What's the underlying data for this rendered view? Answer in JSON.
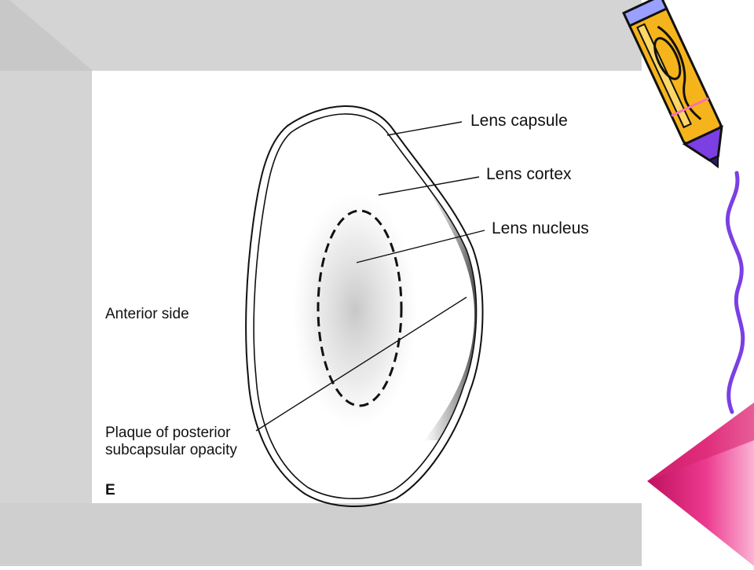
{
  "diagram": {
    "labels": {
      "lens_capsule": "Lens capsule",
      "lens_cortex": "Lens cortex",
      "lens_nucleus": "Lens nucleus",
      "anterior_side": "Anterior side",
      "plaque_line1": "Plaque of posterior",
      "plaque_line2": "subcapsular opacity",
      "panel_letter": "E"
    }
  },
  "colors": {
    "frame_gray": "#d4d4d4",
    "ink": "#111111",
    "accent_purple": "#7b3fe4",
    "accent_pink": "#e8197f",
    "pencil_yellow": "#f5b41c"
  },
  "decorations": {
    "pencil": "pencil-icon",
    "squiggle": "purple-squiggle-line",
    "corner_triangle": "pink-corner-triangle"
  }
}
